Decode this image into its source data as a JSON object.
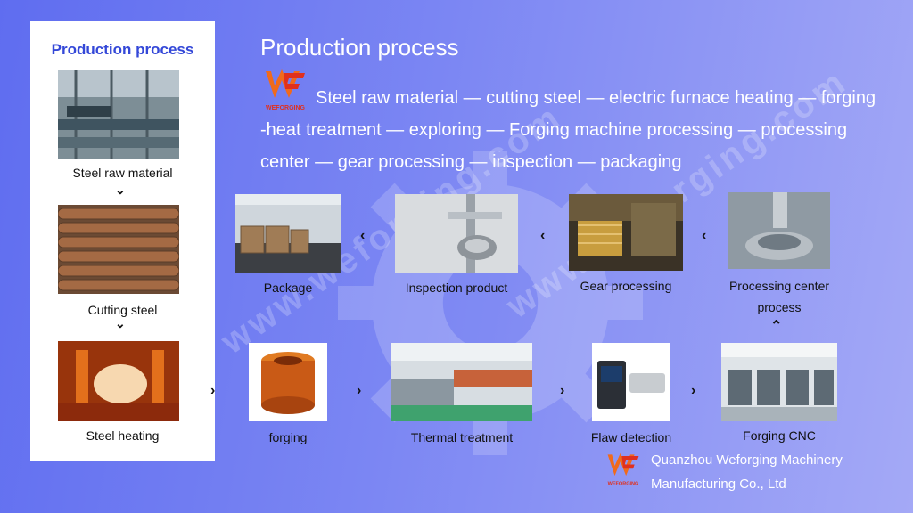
{
  "sidebar": {
    "title": "Production process",
    "steps": [
      {
        "label": "Steel raw material",
        "image": "workshop-photo"
      },
      {
        "label": "Cutting steel",
        "image": "steel-bars-photo"
      },
      {
        "label": "Steel heating",
        "image": "furnace-photo"
      }
    ]
  },
  "header": {
    "title": "Production process",
    "intro": "Steel raw material — cutting steel — electric furnace heating — forging -heat treatment — exploring — Forging machine processing — processing center — gear processing — inspection — packaging",
    "logo_text": "WEFORGING"
  },
  "flow": {
    "bottom_row": [
      {
        "label": "forging",
        "image": "forged-ring-photo"
      },
      {
        "label": "Thermal treatment",
        "image": "heat-treatment-line-photo"
      },
      {
        "label": "Flaw detection",
        "image": "ultrasonic-detector-photo"
      },
      {
        "label": "Forging CNC",
        "image": "cnc-workshop-photo"
      }
    ],
    "top_row": [
      {
        "label": "Package",
        "image": "warehouse-crates-photo"
      },
      {
        "label": "Inspection product",
        "image": "caliper-measure-photo"
      },
      {
        "label": "Gear processing",
        "image": "gear-machining-photo"
      },
      {
        "label": "Processing center process",
        "image": "machining-center-photo"
      }
    ]
  },
  "watermark": "www.weforging.com",
  "footer": {
    "company_line1": "Quanzhou Weforging Machinery",
    "company_line2": "Manufacturing Co., Ltd",
    "logo_text": "WEFORGING"
  },
  "colors": {
    "accent": "#3448d8",
    "background_start": "#5f6df0",
    "background_end": "#a4a9f6",
    "logo_orange": "#f06a1c"
  }
}
